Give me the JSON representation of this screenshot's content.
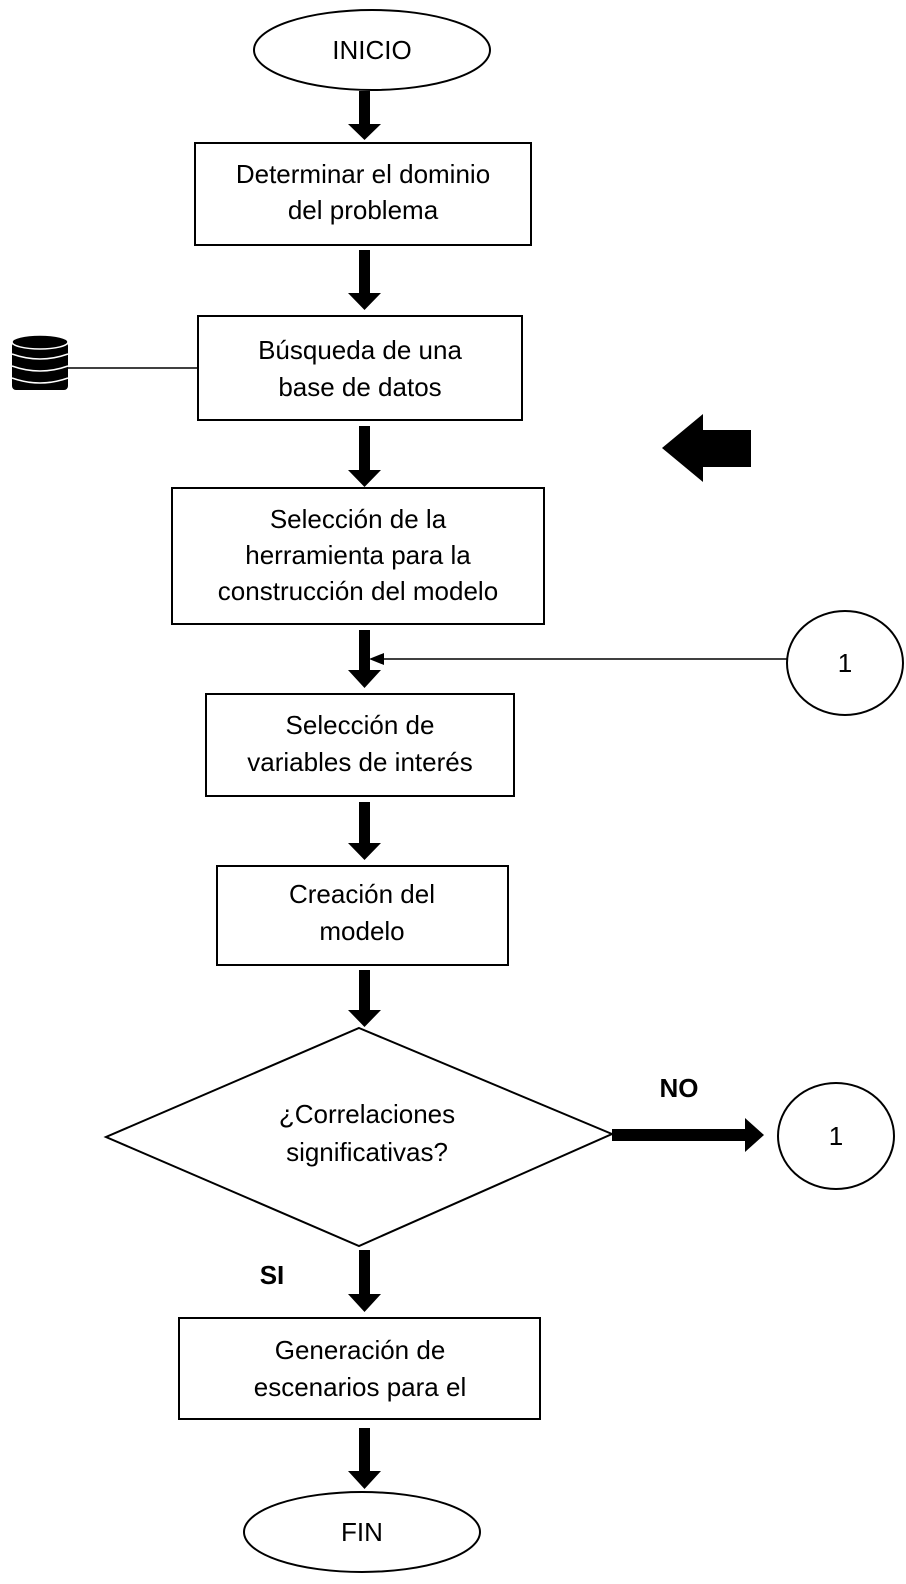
{
  "flowchart": {
    "start": {
      "text": "INICIO"
    },
    "steps": [
      {
        "lines": [
          "Determinar el dominio",
          "del problema"
        ]
      },
      {
        "lines": [
          "Búsqueda de una",
          "base de datos"
        ]
      },
      {
        "lines": [
          "Selección de la",
          "herramienta para la",
          "construcción del modelo"
        ]
      },
      {
        "lines": [
          "Selección de",
          "variables de interés"
        ]
      },
      {
        "lines": [
          "Creación del",
          "modelo"
        ]
      }
    ],
    "decision": {
      "lines": [
        "¿Correlaciones",
        "significativas?"
      ]
    },
    "branch_no": "NO",
    "branch_yes": "SI",
    "final_step": {
      "lines": [
        "Generación de",
        "escenarios para el"
      ]
    },
    "end": {
      "text": "FIN"
    },
    "connectors": {
      "loop_in": "1",
      "loop_out": "1"
    },
    "database_icon": "database-icon"
  }
}
